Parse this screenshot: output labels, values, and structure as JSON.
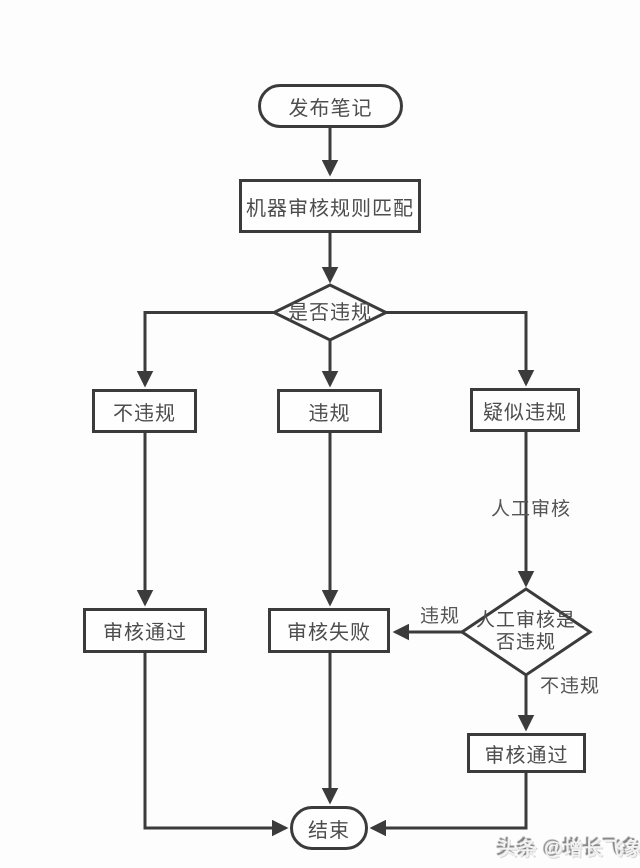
{
  "flowchart": {
    "nodes": [
      {
        "id": "start",
        "type": "stadium",
        "label": "发布笔记"
      },
      {
        "id": "machine-check",
        "type": "rect",
        "label": "机器审核规则匹配"
      },
      {
        "id": "decision-1",
        "type": "diamond",
        "label": "是否违规"
      },
      {
        "id": "no-violation",
        "type": "rect",
        "label": "不违规"
      },
      {
        "id": "violation",
        "type": "rect",
        "label": "违规"
      },
      {
        "id": "suspected",
        "type": "rect",
        "label": "疑似违规"
      },
      {
        "id": "decision-2",
        "type": "diamond",
        "label": "人工审核是否违规"
      },
      {
        "id": "pass-left",
        "type": "rect",
        "label": "审核通过"
      },
      {
        "id": "fail",
        "type": "rect",
        "label": "审核失败"
      },
      {
        "id": "pass-right",
        "type": "rect",
        "label": "审核通过"
      },
      {
        "id": "end",
        "type": "stadium",
        "label": "结束"
      }
    ],
    "edges": [
      {
        "from": "start",
        "to": "machine-check",
        "label": ""
      },
      {
        "from": "machine-check",
        "to": "decision-1",
        "label": ""
      },
      {
        "from": "decision-1",
        "to": "no-violation",
        "label": ""
      },
      {
        "from": "decision-1",
        "to": "violation",
        "label": ""
      },
      {
        "from": "decision-1",
        "to": "suspected",
        "label": ""
      },
      {
        "from": "suspected",
        "to": "decision-2",
        "label": "人工审核"
      },
      {
        "from": "decision-2",
        "to": "fail",
        "label": "违规"
      },
      {
        "from": "decision-2",
        "to": "pass-right",
        "label": "不违规"
      },
      {
        "from": "no-violation",
        "to": "pass-left",
        "label": ""
      },
      {
        "from": "violation",
        "to": "fail",
        "label": ""
      },
      {
        "from": "pass-left",
        "to": "end",
        "label": ""
      },
      {
        "from": "fail",
        "to": "end",
        "label": ""
      },
      {
        "from": "pass-right",
        "to": "end",
        "label": ""
      }
    ],
    "edge_labels": [
      {
        "id": "manual-review",
        "text": "人工审核"
      },
      {
        "id": "violation-branch",
        "text": "违规"
      },
      {
        "id": "no-violation-branch",
        "text": "不违规"
      }
    ],
    "watermark": "头条 @增长飞象",
    "colors": {
      "line": "#3b3b3b",
      "text": "#4d4d4d",
      "background": "#fdfdfd"
    }
  }
}
